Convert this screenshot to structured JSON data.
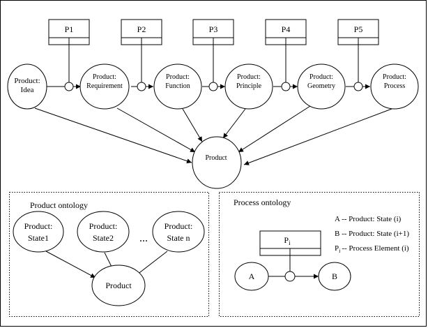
{
  "top_flow": {
    "states": [
      {
        "line1": "Product:",
        "line2": "Idea"
      },
      {
        "line1": "Product:",
        "line2": "Requirement"
      },
      {
        "line1": "Product:",
        "line2": "Function"
      },
      {
        "line1": "Product:",
        "line2": "Principle"
      },
      {
        "line1": "Product:",
        "line2": "Geometry"
      },
      {
        "line1": "Product:",
        "line2": "Process"
      }
    ],
    "processes": [
      "P1",
      "P2",
      "P3",
      "P4",
      "P5"
    ],
    "result": "Product"
  },
  "product_ontology": {
    "title": "Product ontology",
    "states": [
      {
        "line1": "Product:",
        "line2": "State1"
      },
      {
        "line1": "Product:",
        "line2": "State2"
      },
      {
        "line1": "Product:",
        "line2": "State n"
      }
    ],
    "ellipsis": "...",
    "result": "Product"
  },
  "process_ontology": {
    "title": "Process ontology",
    "legend": {
      "a_line": "A -- Product: State (i)",
      "b_line": "B -- Product: State (i+1)",
      "p_letter": "P",
      "p_sub": "i",
      "p_rest": "-- Process Element (i)"
    },
    "process_label": "P",
    "process_sub": "i",
    "node_a": "A",
    "node_b": "B"
  }
}
